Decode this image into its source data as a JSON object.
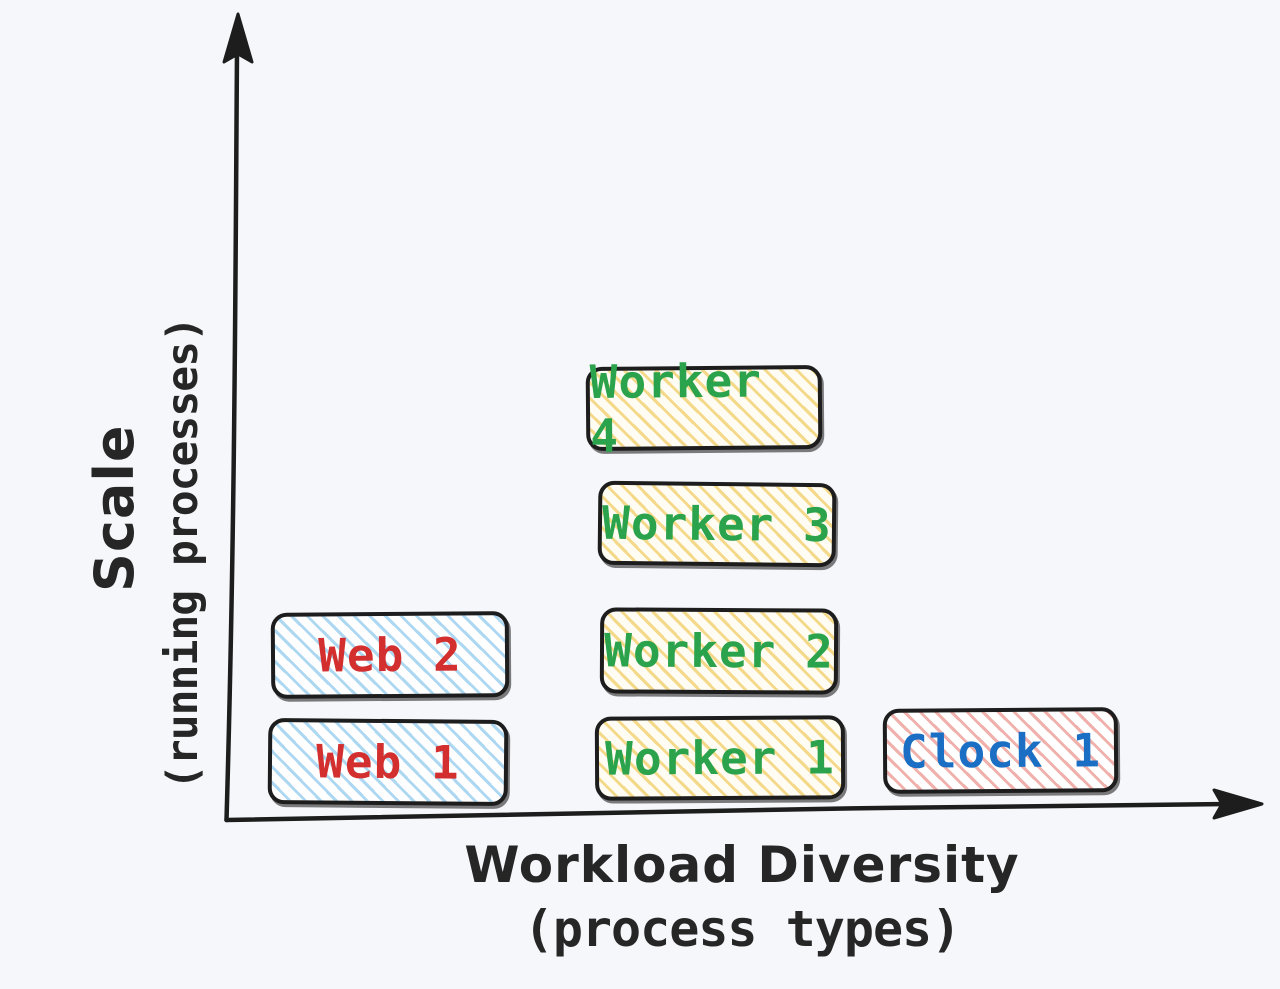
{
  "chart_data": {
    "type": "scatter",
    "title": "",
    "xlabel": "Workload Diversity (process types)",
    "ylabel": "Scale (running processes)",
    "grid": false,
    "legend": "none",
    "description": "Hand-drawn style diagram of a Heroku-like process formation plotted by workload diversity (x) and scale (y).",
    "categories": [
      "Web",
      "Worker",
      "Clock"
    ],
    "series": [
      {
        "name": "Web",
        "values": 2,
        "color": "#d32f2f",
        "fill": "#aed8f2"
      },
      {
        "name": "Worker",
        "values": 4,
        "color": "#2ba24c",
        "fill": "#f4d98a"
      },
      {
        "name": "Clock",
        "values": 1,
        "color": "#1a6fc4",
        "fill": "#f0b0ab"
      }
    ],
    "points": [
      {
        "label": "Web 1",
        "x": 1,
        "y": 1
      },
      {
        "label": "Web 2",
        "x": 1,
        "y": 2
      },
      {
        "label": "Worker 1",
        "x": 2,
        "y": 1
      },
      {
        "label": "Worker 2",
        "x": 2,
        "y": 2
      },
      {
        "label": "Worker 3",
        "x": 2,
        "y": 3
      },
      {
        "label": "Worker 4",
        "x": 2,
        "y": 4
      },
      {
        "label": "Clock 1",
        "x": 3,
        "y": 1
      }
    ]
  },
  "axes": {
    "y": {
      "line1": "Scale",
      "line2": "(running processes)"
    },
    "x": {
      "line1": "Workload Diversity",
      "line2": "(process types)"
    },
    "stroke_color": "#1d1d1d"
  },
  "boxes": [
    {
      "id": "worker-4",
      "label": "Worker 4",
      "kind": "worker"
    },
    {
      "id": "worker-3",
      "label": "Worker 3",
      "kind": "worker"
    },
    {
      "id": "web-2",
      "label": "Web 2",
      "kind": "web"
    },
    {
      "id": "worker-2",
      "label": "Worker 2",
      "kind": "worker"
    },
    {
      "id": "web-1",
      "label": "Web 1",
      "kind": "web"
    },
    {
      "id": "worker-1",
      "label": "Worker 1",
      "kind": "worker"
    },
    {
      "id": "clock-1",
      "label": "Clock 1",
      "kind": "clock"
    }
  ],
  "colors": {
    "background": "#f5f7fa",
    "ink": "#1d1d1d",
    "web_text": "#d32f2f",
    "worker_text": "#2ba24c",
    "clock_text": "#1a6fc4",
    "web_hatch": "#aed8f2",
    "worker_hatch": "#f4d98a",
    "clock_hatch": "#f0b0ab"
  }
}
